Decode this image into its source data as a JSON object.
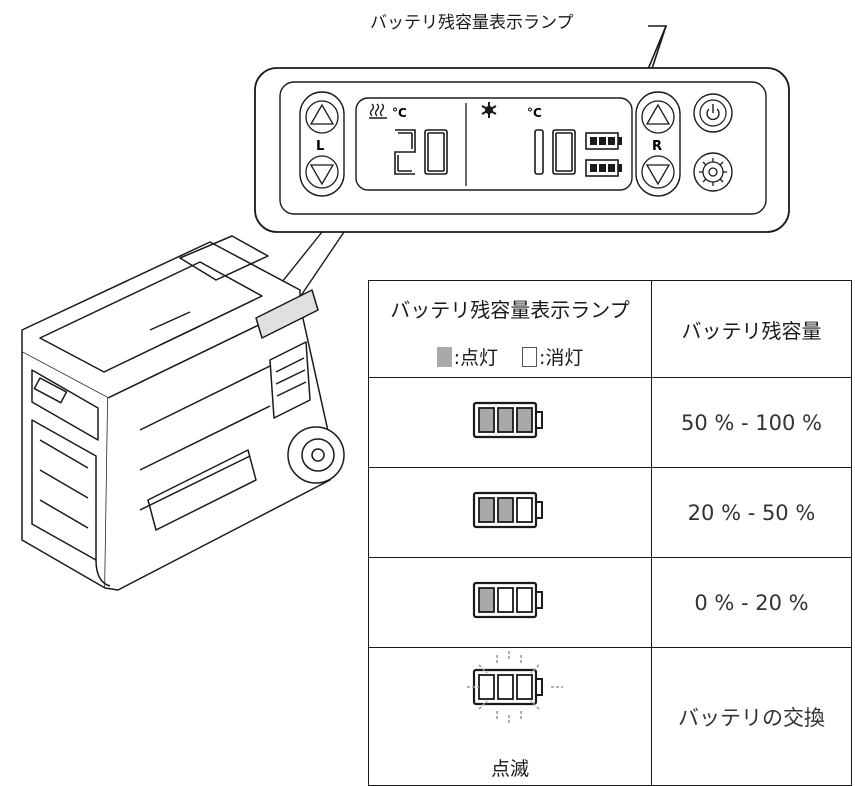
{
  "callout": {
    "label": "バッテリ残容量表示ランプ"
  },
  "panel": {
    "left_button_letter": "L",
    "right_button_letter": "R",
    "left_temperature": "20",
    "right_temperature": "10",
    "unit": "°C",
    "heat_mode_icon": "heat-icon",
    "cool_mode_icon": "snowflake-icon",
    "power_icon": "power-icon",
    "settings_icon": "gear-icon"
  },
  "legend": {
    "header_left": "バッテリ残容量表示ランプ",
    "lit_label": ":点灯",
    "off_label": ":消灯",
    "header_right": "バッテリ残容量",
    "rows": [
      {
        "bars_lit": 3,
        "value": "50 % - 100 %"
      },
      {
        "bars_lit": 2,
        "value": "20 % - 50 %"
      },
      {
        "bars_lit": 1,
        "value": "0 % - 20 %"
      },
      {
        "bars_lit": 0,
        "blink": true,
        "blink_label": "点滅",
        "value": "バッテリの交換"
      }
    ]
  },
  "colors": {
    "lit": "#a9a9a9",
    "line": "#1a1a1a"
  }
}
